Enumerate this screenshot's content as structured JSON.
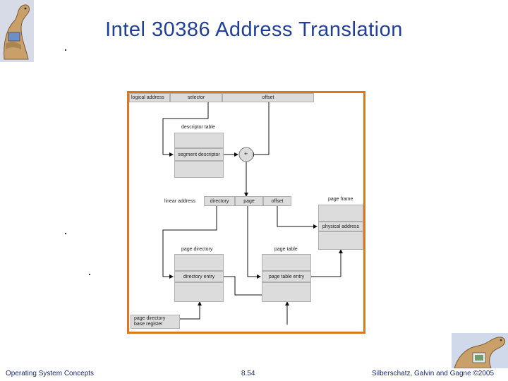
{
  "slide": {
    "title": "Intel 30386 Address Translation",
    "footer_left": "Operating System Concepts",
    "footer_center": "8.54",
    "footer_right": "Silberschatz, Galvin and Gagne ©2005"
  },
  "diagram": {
    "logical_address_label": "logical address",
    "selector": "selector",
    "offset_top": "offset",
    "descriptor_table": "descriptor table",
    "segment_descriptor": "segment descriptor",
    "adder": "+",
    "linear_address_label": "linear address",
    "directory": "directory",
    "page": "page",
    "offset_linear": "offset",
    "page_frame": "page frame",
    "physical_address": "physical address",
    "page_directory": "page directory",
    "page_table": "page table",
    "directory_entry": "directory entry",
    "page_table_entry": "page table entry",
    "pdbr_line1": "page directory",
    "pdbr_line2": "base register"
  },
  "colors": {
    "title": "#1f3f9a",
    "frame_border": "#d9781f",
    "cell_fill": "#dcdcdc"
  }
}
